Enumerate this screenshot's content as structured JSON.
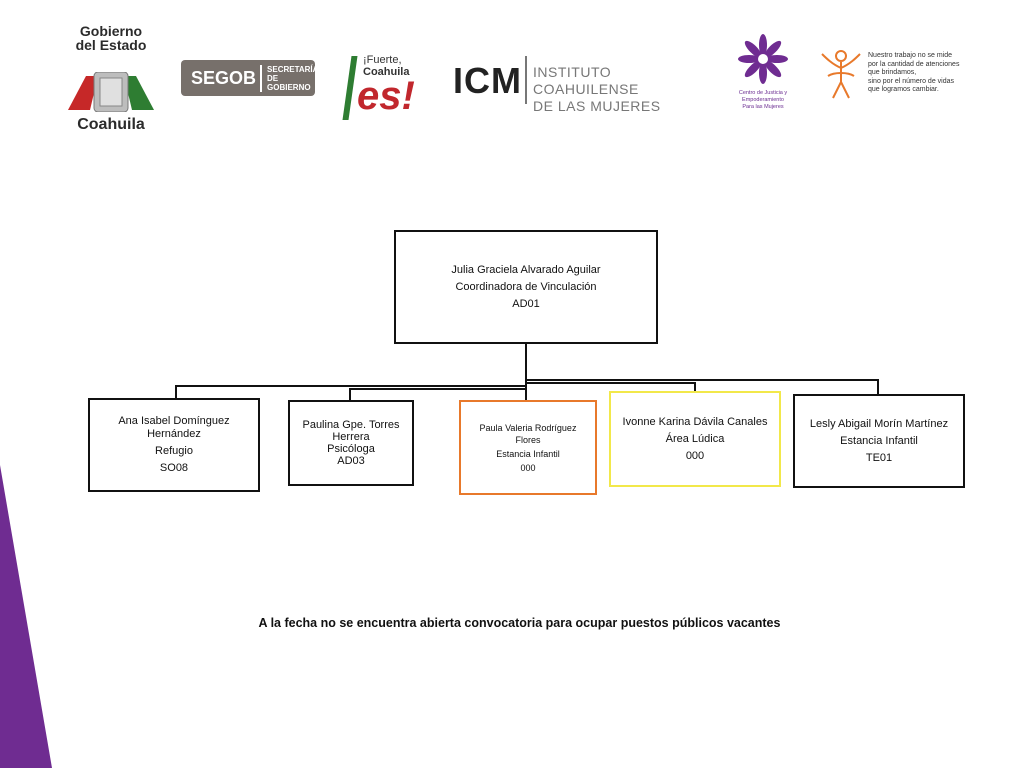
{
  "logos": {
    "gobierno": {
      "line1": "Gobierno",
      "line2": "del Estado",
      "name": "Coahuila"
    },
    "segob": {
      "word": "SEGOB",
      "sub1": "SECRETARÍA",
      "sub2": "DE GOBIERNO"
    },
    "fuerte": {
      "small1": "¡Fuerte,",
      "small2": "Coahuila",
      "big": "es!"
    },
    "icm": {
      "acronym": "ICM",
      "name1": "INSTITUTO COAHUILENSE",
      "name2": "DE LAS MUJERES"
    },
    "centro": {
      "line1": "Centro de Justicia y",
      "line2": "Empoderamiento",
      "line3": "Para las Mujeres"
    },
    "quote": {
      "line1": "Nuestro trabajo no se mide",
      "line2": "por la cantidad de atenciones",
      "line3": "que brindamos,",
      "line4": "sino por el número de vidas",
      "line5": "que logramos cambiar."
    }
  },
  "org": {
    "top": {
      "name": "Julia Graciela Alvarado Aguilar",
      "role": "Coordinadora de Vinculación",
      "code": "AD01"
    },
    "children": [
      {
        "name1": "Ana Isabel Domínguez",
        "name2": "Hernández",
        "role": "Refugio",
        "code": "SO08"
      },
      {
        "name1": "Paulina Gpe. Torres",
        "name2": "Herrera",
        "role": "Psicóloga",
        "code": "AD03"
      },
      {
        "name1": "Paula Valeria Rodríguez",
        "name2": "Flores",
        "role": "Estancia Infantil",
        "code": "000"
      },
      {
        "name1": "Ivonne Karina Dávila Canales",
        "role": "Área Lúdica",
        "code": "000"
      },
      {
        "name1": "Lesly Abigail Morín Martínez",
        "role": "Estancia Infantil",
        "code": "TE01"
      }
    ]
  },
  "notice": "A la fecha no se encuentra abierta convocatoria para ocupar puestos públicos vacantes",
  "colors": {
    "purple": "#6f2c91",
    "orange": "#e8792b",
    "yellow": "#f2e84a",
    "segob_gray": "#77706b"
  }
}
